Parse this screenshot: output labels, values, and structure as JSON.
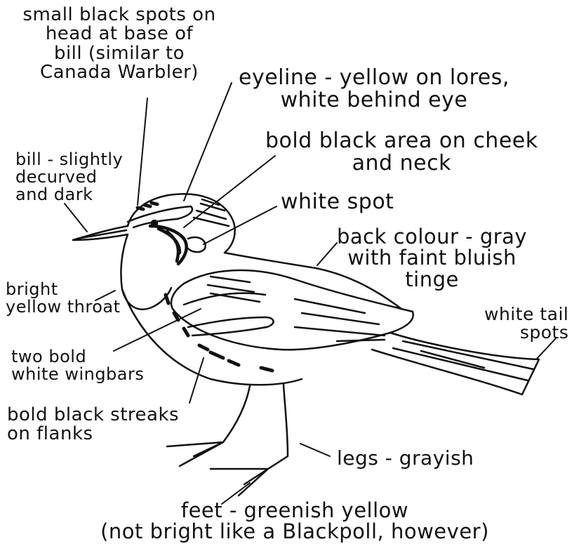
{
  "labels": {
    "head_spots": "small black spots on\nhead at base of\nbill (similar to\nCanada Warbler)",
    "eyeline": "eyeline - yellow on lores,\nwhite behind eye",
    "cheek": "bold black area on cheek\nand neck",
    "bill": "bill - slightly\ndecurved\nand dark",
    "white_spot": "white spot",
    "back_colour": "back colour - gray\nwith faint bluish\ntinge",
    "throat": "bright\nyellow throat",
    "tail_spots": "white tail\nspots",
    "wingbars": "two bold\nwhite wingbars",
    "flank_streaks": "bold black streaks\non flanks",
    "legs": "legs - grayish",
    "feet": "feet - greenish yellow\n(not bright like a Blackpoll, however)"
  }
}
